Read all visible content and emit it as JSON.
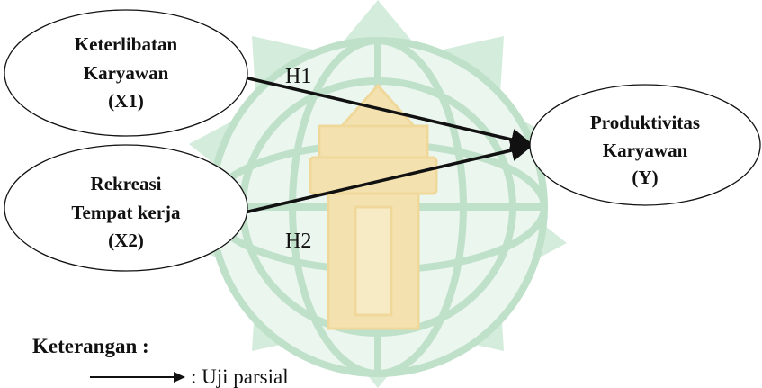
{
  "watermark": {
    "description_icon": "university-logo-watermark",
    "colors": {
      "green": "#cfe8d6",
      "gold": "#f6e6b8",
      "globe": "#dcefe2"
    }
  },
  "nodes": {
    "x1": {
      "line1": "Keterlibatan",
      "line2": "Karyawan",
      "line3": "(X1)"
    },
    "x2": {
      "line1": "Rekreasi",
      "line2": "Tempat kerja",
      "line3": "(X2)"
    },
    "y": {
      "line1": "Produktivitas",
      "line2": "Karyawan",
      "line3": "(Y)"
    }
  },
  "edges": {
    "h1": {
      "label": "H1"
    },
    "h2": {
      "label": "H2"
    }
  },
  "legend": {
    "title": "Keterangan :",
    "arrow_desc": ": Uji parsial"
  }
}
